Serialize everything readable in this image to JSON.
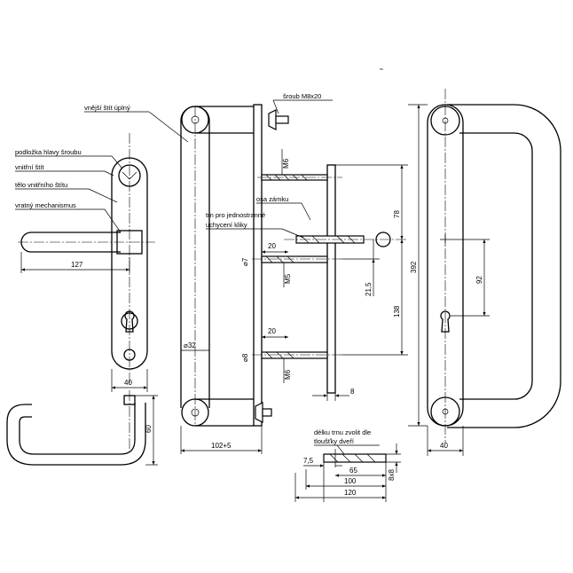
{
  "labels": {
    "outer_plate": "vnější štít úplný",
    "screw_washer": "podložka hlavy šroubu",
    "inner_plate": "vnitřní štít",
    "inner_plate_body": "tělo vnitřního štítu",
    "return_mechanism": "vratný mechanismus",
    "screw": "šroub M8x20",
    "lock_axis": "osa zámku",
    "spindle_line1": "trn pro jednostranné",
    "spindle_line2": "uchycení kliky",
    "spindle_length_line1": "délku trnu zvolit dle",
    "spindle_length_line2": "tloušťky dveří"
  },
  "dimensions": {
    "lever_length": "127",
    "inner_plate_width": "40",
    "lever_height": "60",
    "bar_diameter": "⌀32",
    "bar_projection": "102+5",
    "thread_m6_top": "M6",
    "thread_m5": "M5",
    "thread_m6_bottom": "M6",
    "dia_7": "⌀7",
    "dia_8": "⌀8",
    "len_20_top": "20",
    "len_20_bottom": "20",
    "d_78": "78",
    "d_21_5": "21,5",
    "d_138": "138",
    "d_8": "8",
    "d_392": "392",
    "d_92": "92",
    "pull_width": "40",
    "spindle_7_5": "7,5",
    "spindle_65": "65",
    "spindle_100": "100",
    "spindle_120": "120",
    "spindle_8x8": "8x8"
  }
}
